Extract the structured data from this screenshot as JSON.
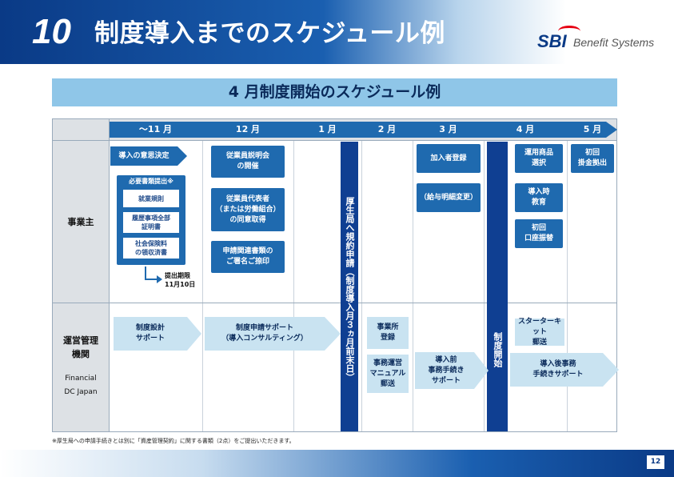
{
  "header": {
    "section_number": "10",
    "title": "制度導入までのスケジュール例"
  },
  "logo": {
    "brand": "SBI",
    "name": "Benefit Systems"
  },
  "subtitle": "4 月制度開始のスケジュール例",
  "months": [
    "〜11 月",
    "12 月",
    "1 月",
    "2 月",
    "3 月",
    "4 月",
    "5 月"
  ],
  "rows": {
    "employer": "事業主",
    "admin_line1": "運営管理",
    "admin_line2": "機関",
    "admin_company_1": "Financial",
    "admin_company_2": "DC Japan"
  },
  "employer_items": {
    "decision": "導入の意思決定",
    "docs_title": "必要書類提出※",
    "doc_1": "就業規則",
    "doc_2": "履歴事項全部\n証明書",
    "doc_3": "社会保険料\nの領収済書",
    "deadline": "提出期限\n11月10日",
    "briefing": "従業員説明会\nの開催",
    "consent": "従業員代表者\n（または労働組合）\nの同意取得",
    "sign": "申請関連書類の\nご署名ご捺印",
    "enroll": "加入者登録",
    "pay_change": "（給与明細変更）",
    "product_select": "運用商品\n選択",
    "training": "導入時\n教育",
    "first_debit": "初回\n口座振替",
    "first_contrib": "初回\n掛金拠出"
  },
  "bars": {
    "application": "厚生局へ規約申請（制度導入月３ヵ月前末日）",
    "start": "制度開始"
  },
  "admin_items": {
    "design": "制度設計\nサポート",
    "apply_support": "制度申請サポート\n（導入コンサルティング）",
    "office_reg": "事業所\n登録",
    "manual": "事務運営\nマニュアル\n郵送",
    "pre_support": "導入前\n事務手続き\nサポート",
    "starter_kit": "スターターキット\n郵送",
    "post_support": "導入後事務\n手続きサポート"
  },
  "footnote": "※厚生局への申請手続きとは別に「資産管理契約」に関する書類（2点）をご提出いただきます。",
  "page_number": "12",
  "colors": {
    "navy": "#0a3a86",
    "box_blue": "#1f6aaf",
    "light_blue": "#8fc6e8",
    "arrow_blue": "#c9e3f1",
    "bar_navy": "#0f3f92"
  }
}
